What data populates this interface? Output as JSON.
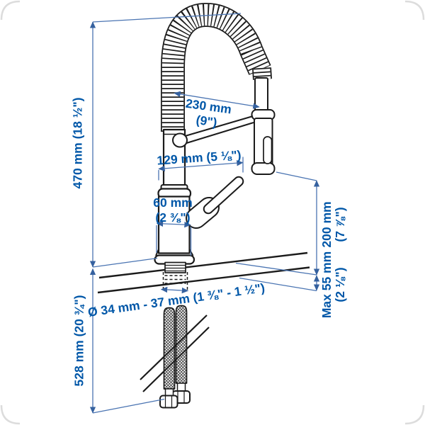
{
  "diagram": {
    "kind": "product dimension drawing",
    "subject": "kitchen mixer tap with handspray",
    "colors": {
      "dimension_text_blue": "#0057a8",
      "dimension_line_blue": "#4a74b2",
      "drawing_black": "#1b1b1b",
      "corner_mark_gray": "#dcdcdc",
      "background": "#ffffff"
    },
    "dimensions": {
      "height_above_counter": "470 mm (18 ½\")",
      "height_below_counter": "528 mm (20 ¾\")",
      "spout_reach": {
        "metric": "230 mm",
        "imperial": "(9\")"
      },
      "spout_offset": "129 mm (5 ⅛\")",
      "base_width": {
        "metric": "60 mm",
        "imperial": "(2 ⅜\")"
      },
      "spray_clearance": {
        "metric": "200 mm",
        "imperial": "(7 ⅞\")"
      },
      "max_counter_thickness": {
        "metric": "Max 55 mm",
        "imperial": "(2 ⅛\")"
      },
      "hole_diameter": "Ø 34 mm - 37 mm (1 ⅜\" - 1 ½\")"
    }
  }
}
